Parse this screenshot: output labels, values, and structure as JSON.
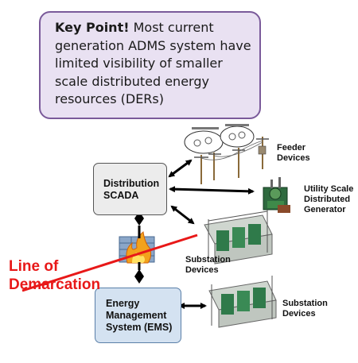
{
  "keypoint": {
    "title": "Key Point!",
    "body": " Most current generation ADMS system have limited visibility of smaller scale distributed energy resources (DERs)"
  },
  "boxes": {
    "scada_line1": "Distribution",
    "scada_line2": "SCADA",
    "ems_line1": "Energy",
    "ems_line2": "Management",
    "ems_line3": "System (EMS)"
  },
  "labels": {
    "feeder_1": "Feeder",
    "feeder_2": "Devices",
    "dg_1": "Utility Scale",
    "dg_2": "Distributed",
    "dg_3": "Generator",
    "sub1_1": "Substation",
    "sub1_2": "Devices",
    "sub2_1": "Substation",
    "sub2_2": "Devices"
  },
  "demarcation": {
    "line1": "Line of",
    "line2": "Demarcation"
  },
  "colors": {
    "keypoint_bg": "#e9e1f2",
    "keypoint_border": "#7a5a9a",
    "demarcation": "#e81818",
    "ems_bg": "#d4e2f1",
    "scada_bg": "#ececec"
  }
}
